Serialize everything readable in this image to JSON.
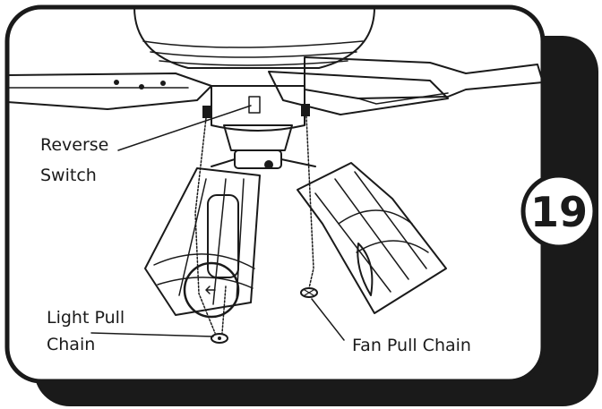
{
  "step": {
    "number": "19"
  },
  "callouts": {
    "reverse_switch": [
      "Reverse",
      "Switch"
    ],
    "light_pull_chain": [
      "Light Pull",
      "Chain"
    ],
    "fan_pull_chain": "Fan Pull Chain"
  },
  "colors": {
    "ink": "#1a1a1a",
    "paper": "#ffffff",
    "shadow": "#1a1a1a"
  }
}
